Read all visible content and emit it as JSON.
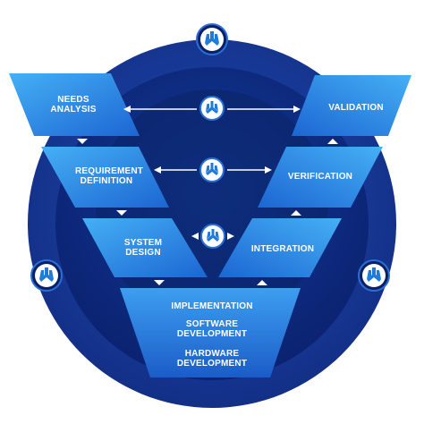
{
  "left_stages": [
    {
      "line1": "NEEDS",
      "line2": "ANALYSIS"
    },
    {
      "line1": "REQUIREMENT",
      "line2": "DEFINITION"
    },
    {
      "line1": "SYSTEM",
      "line2": "DESIGN"
    }
  ],
  "right_stages": [
    {
      "label": "VALIDATION"
    },
    {
      "label": "VERIFICATION"
    },
    {
      "label": "INTEGRATION"
    }
  ],
  "bottom_stage": {
    "title": "IMPLEMENTATION",
    "sub1_line1": "SOFTWARE",
    "sub1_line2": "DEVELOPMENT",
    "sub2_line1": "HARDWARE",
    "sub2_line2": "DEVELOPMENT"
  },
  "colors": {
    "outer_ring": "#1a3e9e",
    "inner_disc": "#0d2a7a",
    "core": "#0b1f60",
    "panel_light": "#3aa3f0",
    "panel_dark": "#1f6fd8",
    "logo_white": "#ffffff",
    "logo_blue": "#1e7bdc"
  },
  "icons": [
    "logo-badge-icon",
    "double-arrow-icon",
    "triangle-marker-icon"
  ]
}
